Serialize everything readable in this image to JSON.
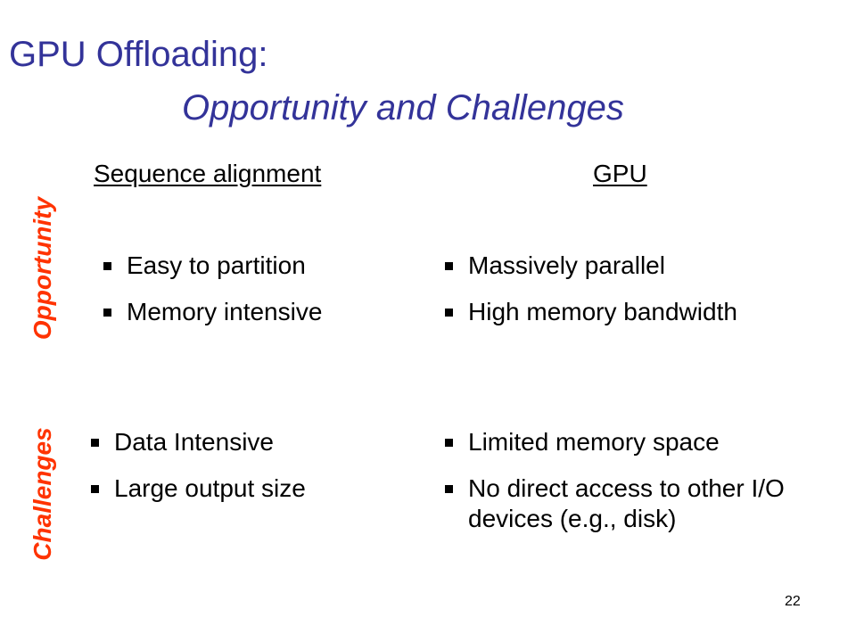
{
  "title": {
    "line1": "GPU Offloading:",
    "line2": "Opportunity and Challenges"
  },
  "columns": {
    "left_header": "Sequence alignment",
    "right_header": "GPU"
  },
  "side_labels": {
    "opportunity": "Opportunity",
    "challenges": "Challenges"
  },
  "opportunity": {
    "left": [
      "Easy to partition",
      "Memory intensive"
    ],
    "right": [
      "Massively parallel",
      "High memory bandwidth"
    ]
  },
  "challenges": {
    "left": [
      "Data Intensive",
      "Large output size"
    ],
    "right": [
      "Limited memory space",
      "No direct access to other I/O devices (e.g., disk)"
    ]
  },
  "page_number": "22",
  "colors": {
    "title": "#333399",
    "accent": "#ff3300",
    "text": "#000000",
    "background": "#ffffff"
  }
}
